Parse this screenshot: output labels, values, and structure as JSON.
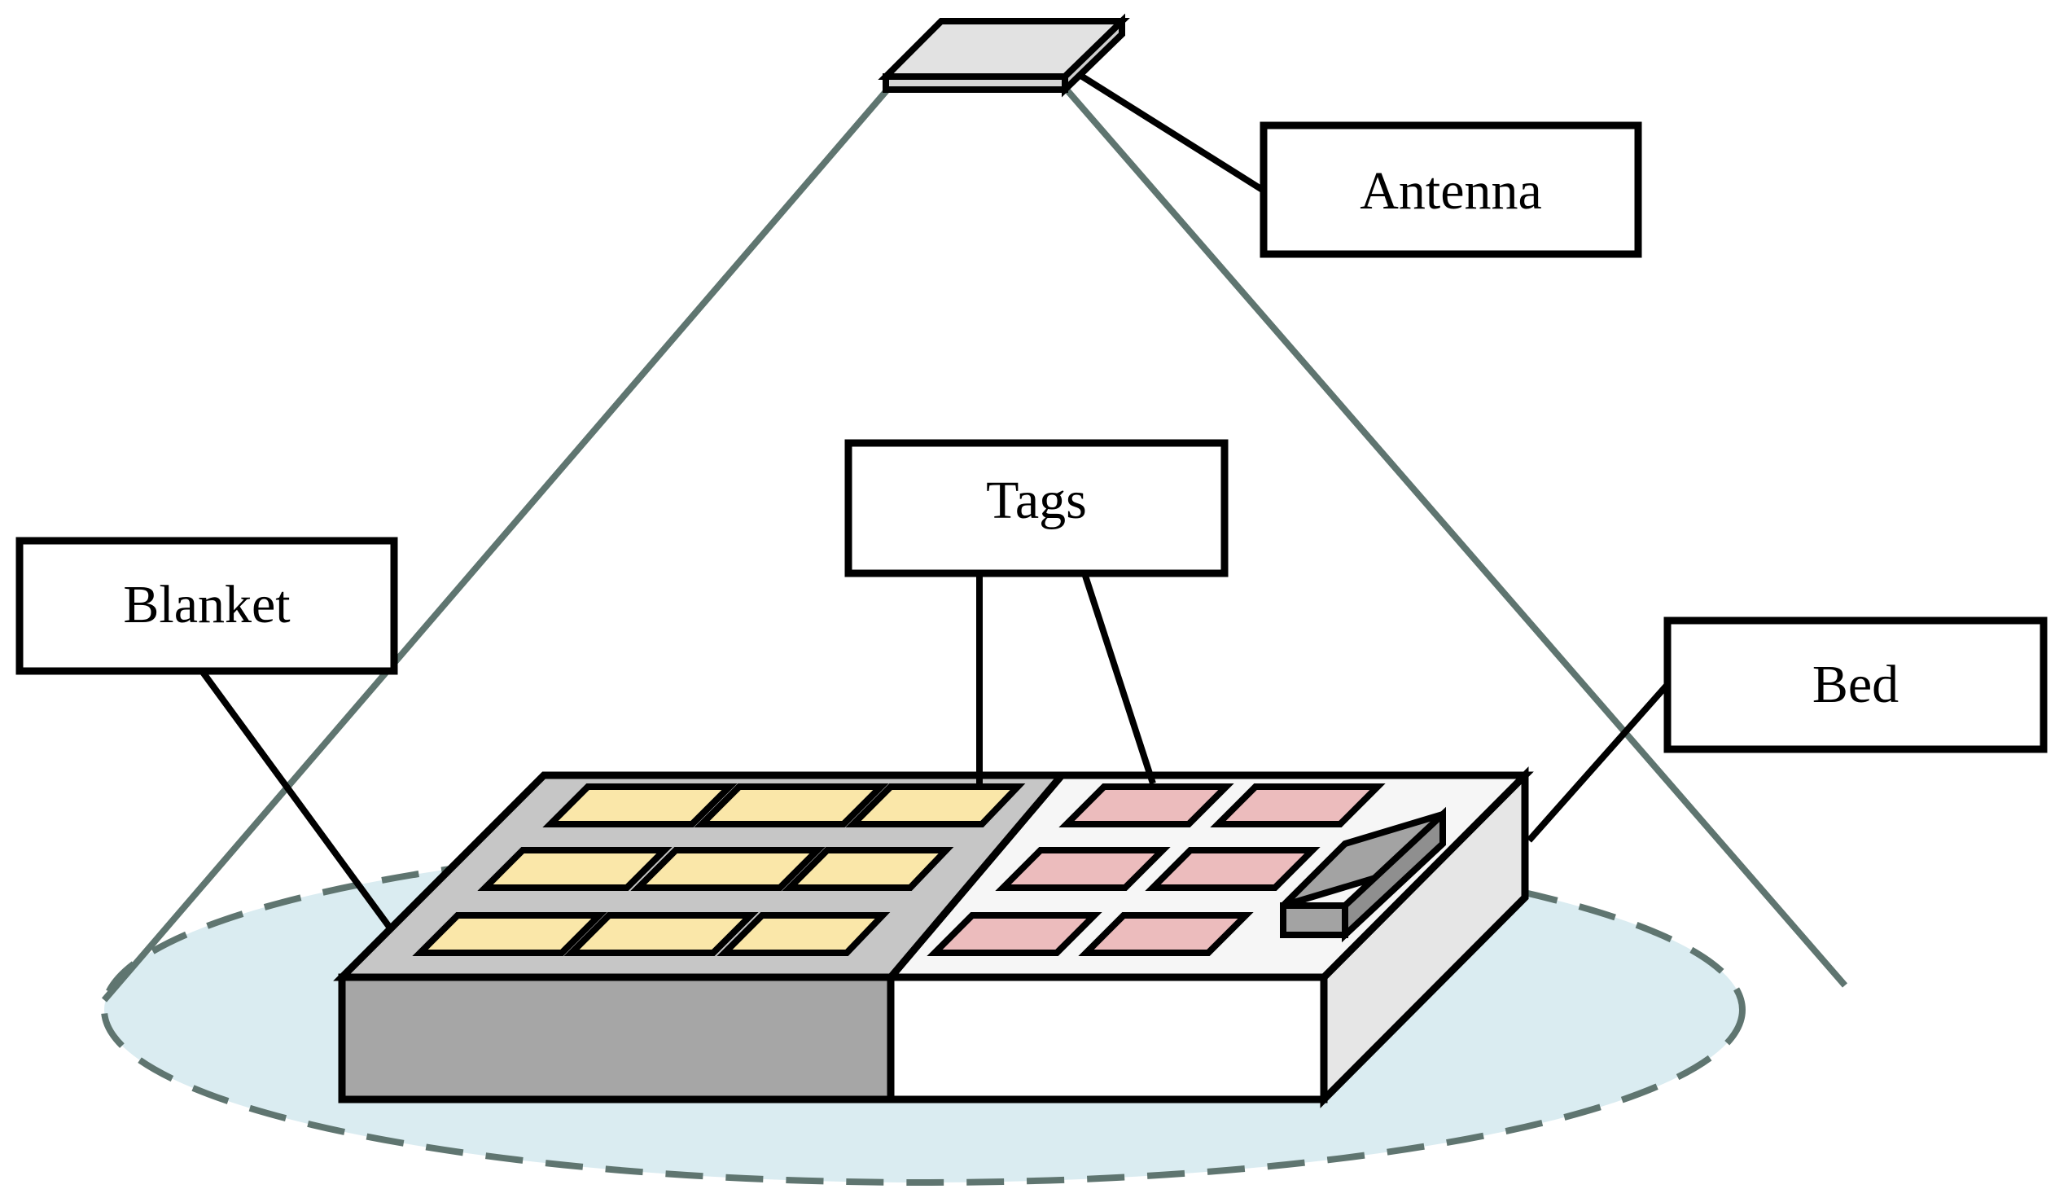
{
  "labels": {
    "antenna": "Antenna",
    "tags": "Tags",
    "blanket": "Blanket",
    "bed": "Bed"
  },
  "colors": {
    "coverage_cone": "#5f7570",
    "coverage_area_fill": "#daecf1",
    "blanket_top": "#c6c6c6",
    "blanket_front": "#a6a6a6",
    "bed_top": "#f6f6f6",
    "bed_front": "#ffffff",
    "bed_side": "#e6e6e6",
    "blanket_tag": "#fae7a9",
    "bed_tag": "#ecbcbd",
    "pillow": "#a3a3a3",
    "antenna_device": "#e2e2e2",
    "outline": "#000000"
  },
  "tag_counts": {
    "blanket": 9,
    "bed": 6
  }
}
